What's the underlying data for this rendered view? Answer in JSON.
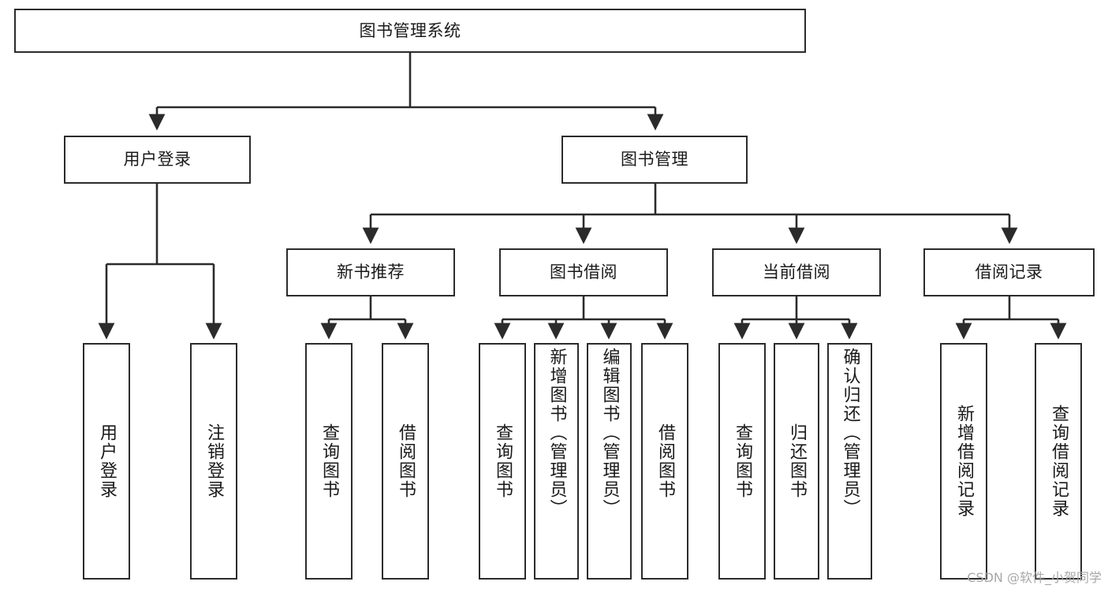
{
  "diagram": {
    "type": "tree-hierarchy",
    "title": "图书管理系统",
    "edge_color": "#2b2b2b",
    "box_border_color": "#2b2b2b",
    "box_fill_color": "#ffffff",
    "text_color": "#1a1a1a",
    "background_color": "#ffffff"
  },
  "root": {
    "label": "图书管理系统"
  },
  "level1": [
    {
      "label": "用户登录"
    },
    {
      "label": "图书管理"
    }
  ],
  "level2": [
    {
      "label": "新书推荐"
    },
    {
      "label": "图书借阅"
    },
    {
      "label": "当前借阅"
    },
    {
      "label": "借阅记录"
    }
  ],
  "leaves": {
    "user_login": [
      {
        "label": "用户登录"
      },
      {
        "label": "注销登录"
      }
    ],
    "new_book_recommend": [
      {
        "label": "查询图书"
      },
      {
        "label": "借阅图书"
      }
    ],
    "book_borrow": [
      {
        "label": "查询图书"
      },
      {
        "label": "新增图书（管理员）"
      },
      {
        "label": "编辑图书（管理员）"
      },
      {
        "label": "借阅图书"
      }
    ],
    "current_borrow": [
      {
        "label": "查询图书"
      },
      {
        "label": "归还图书"
      },
      {
        "label": "确认归还（管理员）"
      }
    ],
    "borrow_record": [
      {
        "label": "新增借阅记录"
      },
      {
        "label": "查询借阅记录"
      }
    ]
  },
  "watermark": {
    "text": "CSDN @软件_小贺同学"
  }
}
